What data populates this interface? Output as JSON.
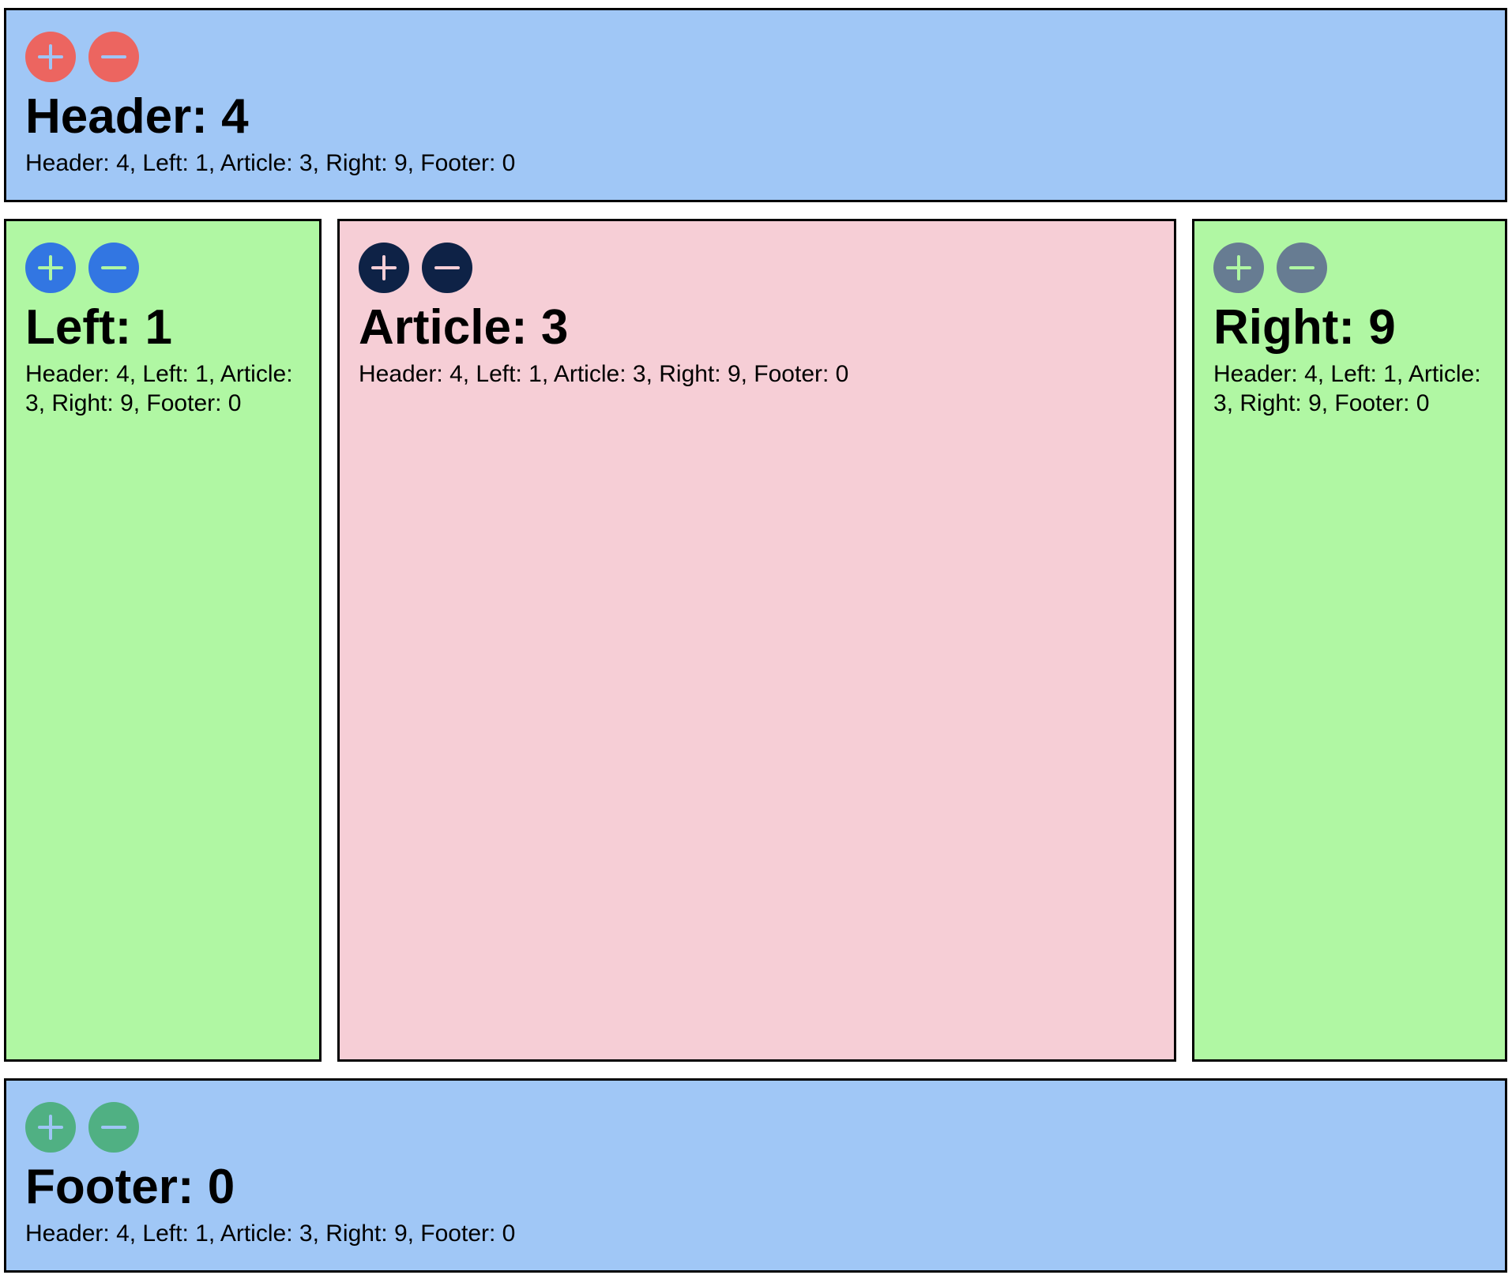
{
  "colors": {
    "blue_panel": "#a0c7f6",
    "green_panel": "#b0f7a3",
    "pink_panel": "#f6ced6",
    "border": "#000000"
  },
  "panels": [
    {
      "id": "header",
      "label": "Header",
      "count": "4",
      "button_color": "#ec6560",
      "icon_color": "#9fc5f5",
      "buttons": [
        {
          "icon": "plus-icon",
          "action": "increment"
        },
        {
          "icon": "minus-icon",
          "action": "decrement"
        }
      ]
    },
    {
      "id": "left",
      "label": "Left",
      "count": "1",
      "button_color": "#3276e2",
      "icon_color": "#b0f7a3",
      "buttons": [
        {
          "icon": "plus-icon",
          "action": "increment"
        },
        {
          "icon": "minus-icon",
          "action": "decrement"
        }
      ]
    },
    {
      "id": "article",
      "label": "Article",
      "count": "3",
      "button_color": "#0e2246",
      "icon_color": "#f6ced6",
      "buttons": [
        {
          "icon": "plus-icon",
          "action": "increment"
        },
        {
          "icon": "minus-icon",
          "action": "decrement"
        }
      ]
    },
    {
      "id": "right",
      "label": "Right",
      "count": "9",
      "button_color": "#677c92",
      "icon_color": "#b0f7a3",
      "buttons": [
        {
          "icon": "plus-icon",
          "action": "increment"
        },
        {
          "icon": "minus-icon",
          "action": "decrement"
        }
      ]
    },
    {
      "id": "footer",
      "label": "Footer",
      "count": "0",
      "button_color": "#50b083",
      "icon_color": "#9fc5f5",
      "buttons": [
        {
          "icon": "plus-icon",
          "action": "increment"
        },
        {
          "icon": "minus-icon",
          "action": "decrement"
        }
      ]
    }
  ],
  "summary": [
    "Header: 4",
    "Left: 1",
    "Article: 3",
    "Right: 9",
    "Footer: 0"
  ]
}
